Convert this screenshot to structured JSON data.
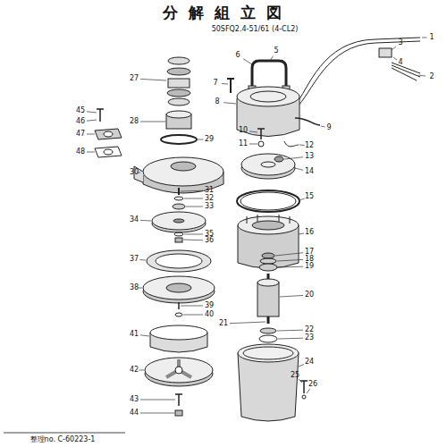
{
  "diagram": {
    "title": "分 解 組 立 図",
    "labels": [
      "50SFQ2.4-51/61 (4-CL2)",
      "1",
      "2",
      "3",
      "4",
      "5",
      "6",
      "7",
      "8",
      "9",
      "10",
      "11",
      "12",
      "13",
      "14",
      "15",
      "16",
      "17",
      "18",
      "19",
      "20",
      "21",
      "22",
      "23",
      "24",
      "25",
      "26",
      "27",
      "45",
      "46",
      "47",
      "28",
      "29",
      "48",
      "30",
      "31",
      "32",
      "33",
      "34",
      "35",
      "36",
      "37",
      "38",
      "39",
      "40",
      "41",
      "42",
      "43",
      "44",
      "整理no. C-60223-1"
    ]
  }
}
